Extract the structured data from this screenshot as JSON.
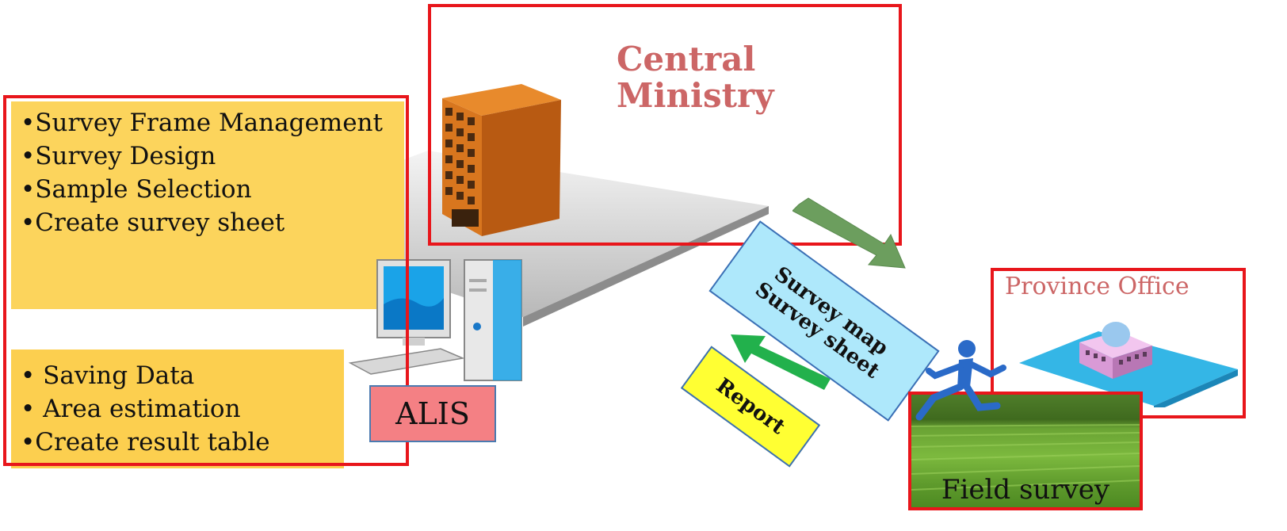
{
  "central_ministry": {
    "title_line1": "Central",
    "title_line2": "Ministry"
  },
  "left_panel": {
    "top_tasks": [
      "•Survey Frame Management",
      "•Survey Design",
      "•Sample Selection",
      "•Create survey sheet"
    ],
    "bottom_tasks": [
      "• Saving Data",
      "• Area estimation",
      "•Create result table"
    ]
  },
  "system_label": "ALIS",
  "survey_tag": {
    "line1": "Survey map",
    "line2": "Survey sheet"
  },
  "report_tag": "Report",
  "province_office": {
    "title": "Province Office"
  },
  "field_survey": {
    "label": "Field survey"
  },
  "colors": {
    "frame_red": "#e8161b",
    "title_red": "#cc6666",
    "panel_yellow": "#fcd45c",
    "alis_pink": "#f48084",
    "survey_tag_blue": "#aee8fb",
    "report_yellow": "#ffff33",
    "arrow_down_olive": "#6c9e5e",
    "arrow_up_green": "#22b14c"
  },
  "icons": [
    "office-building-icon",
    "desktop-computer-icon",
    "runner-icon",
    "province-building-icon",
    "rice-field-image"
  ]
}
